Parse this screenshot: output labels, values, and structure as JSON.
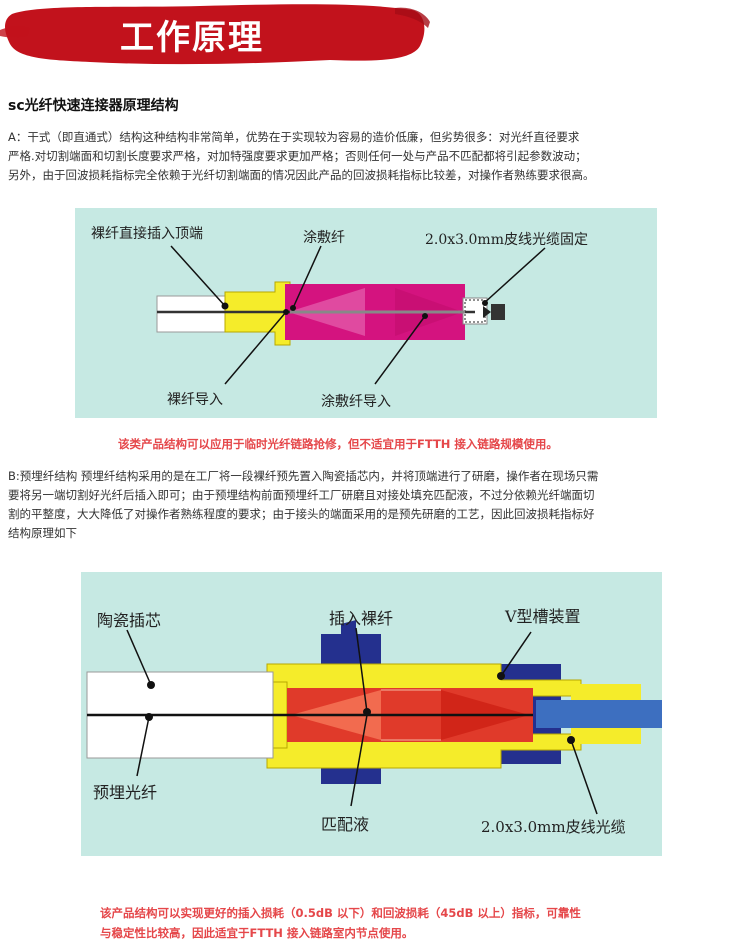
{
  "banner": {
    "title": "工作原理"
  },
  "section": {
    "title": "sc光纤快速连接器原理结构"
  },
  "para_a": {
    "lines": [
      "A：干式（即直通式）结构这种结构非常简单，优势在于实现较为容易的造价低廉，但劣势很多：对光纤直径要求",
      "严格.对切割端面和切割长度要求严格，对加特强度要求更加严格；否则任何一处与产品不匹配都将引起参数波动；",
      "另外，由于回波损耗指标完全依赖于光纤切割端面的情况因此产品的回波损耗指标比较差，对操作者熟练要求很高。"
    ]
  },
  "diagram1": {
    "labels": {
      "bare_fiber_top": "裸纤直接插入顶端",
      "coated_fiber": "涂敷纤",
      "cable_fix": "2.0x3.0mm皮线光缆固定",
      "bare_fiber_guide": "裸纤导入",
      "coated_fiber_guide": "涂敷纤导入"
    }
  },
  "caption1": {
    "text": "该类产品结构可以应用于临时光纤链路抢修，但不适宜用于FTTH 接入链路规模使用。"
  },
  "para_b": {
    "lines": [
      "B:预埋纤结构 预埋纤结构采用的是在工厂将一段裸纤预先置入陶瓷插芯内，并将顶端进行了研磨，操作者在现场只需",
      "要将另一端切割好光纤后插入即可；由于预埋结构前面预埋纤工厂研磨且对接处填充匹配液，不过分依赖光纤端面切",
      "割的平整度，大大降低了对操作者熟练程度的要求；由于接头的端面采用的是预先研磨的工艺，因此回波损耗指标好",
      "结构原理如下"
    ]
  },
  "diagram2": {
    "labels": {
      "ceramic_ferrule": "陶瓷插芯",
      "insert_bare_fiber": "插入裸纤",
      "v_groove": "V型槽装置",
      "embedded_fiber": "预埋光纤",
      "matching_liquid": "匹配液",
      "drop_cable": "2.0x3.0mm皮线光缆"
    }
  },
  "caption2": {
    "lines": [
      "该产品结构可以实现更好的插入损耗（0.5dB 以下）和回波损耗（45dB 以上）指标，可靠性",
      "与稳定性比较高，因此适宜于FTTH 接入链路室内节点使用。"
    ]
  },
  "colors": {
    "banner_red": "#c2121c",
    "caption_red": "#e5474a",
    "diagram_bg": "#c6e9e3",
    "magenta": "#d4137f",
    "yellow": "#f5ec2a",
    "navy": "#24308e",
    "red": "#e03a2a",
    "blue": "#3d6fc0"
  }
}
